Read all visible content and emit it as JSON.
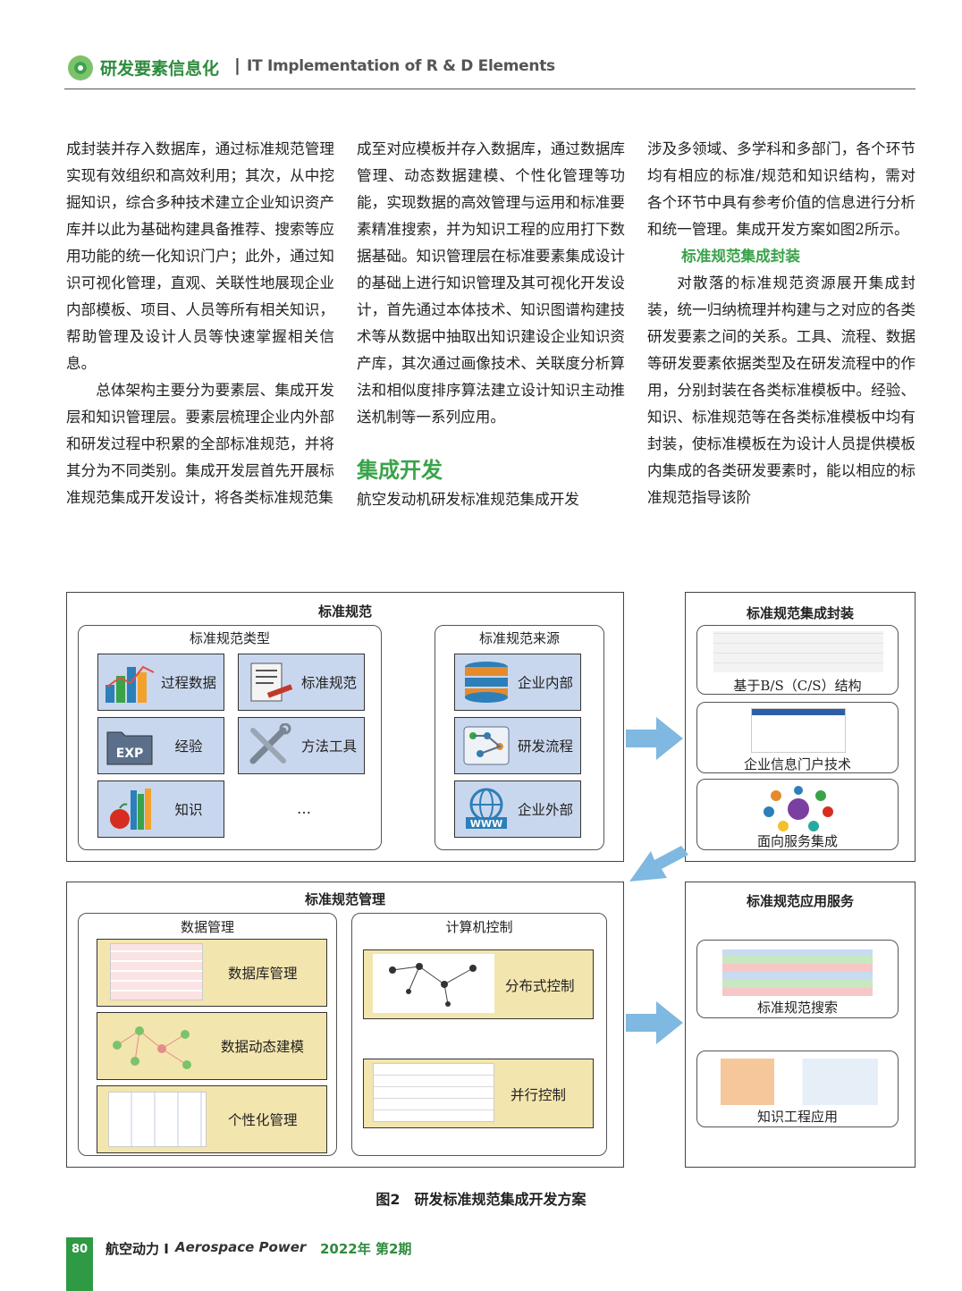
{
  "header": {
    "section_cn": "研发要素信息化",
    "separator": "|",
    "section_en": "IT Implementation of R & D Elements"
  },
  "col1": {
    "p1": "成封装并存入数据库，通过标准规范管理实现有效组织和高效利用；其次，从中挖掘知识，综合多种技术建立企业知识资产库并以此为基础构建具备推荐、搜索等应用功能的统一化知识门户；此外，通过知识可视化管理，直观、关联性地展现企业内部模板、项目、人员等所有相关知识，帮助管理及设计人员等快速掌握相关信息。",
    "p2": "总体架构主要分为要素层、集成开发层和知识管理层。要素层梳理企业内外部和研发过程中积累的全部标准规范，并将其分为不同类别。集成开发层首先开展标准规范集成开发设计，将各类标准规范集"
  },
  "col2": {
    "p1": "成至对应模板并存入数据库，通过数据库管理、动态数据建模、个性化管理等功能，实现数据的高效管理与运用和标准要素精准搜索，并为知识工程的应用打下数据基础。知识管理层在标准要素集成设计的基础上进行知识管理及其可视化开发设计，首先通过本体技术、知识图谱构建技术等从数据中抽取出知识建设企业知识资产库，其次通过画像技术、关联度分析算法和相似度排序算法建立设计知识主动推送机制等一系列应用。",
    "heading": "集成开发",
    "p2": "航空发动机研发标准规范集成开发"
  },
  "col3": {
    "p1": "涉及多领域、多学科和多部门，各个环节均有相应的标准/规范和知识结构，需对各个环节中具有参考价值的信息进行分析和统一管理。集成开发方案如图2所示。",
    "subheading": "标准规范集成封装",
    "p2": "对散落的标准规范资源展开集成封装，统一归纳梳理并构建与之对应的各类研发要素之间的关系。工具、流程、数据等研发要素依据类型及在研发流程中的作用，分别封装在各类标准模板中。经验、知识、标准规范等在各类标准模板中均有封装，使标准模板在为设计人员提供模板内集成的各类研发要素时，能以相应的标准规范指导该阶"
  },
  "figure": {
    "std_title": "标准规范",
    "types_title": "标准规范类型",
    "types": [
      {
        "label": "过程数据",
        "icon": "bar-chart-icon"
      },
      {
        "label": "标准规范",
        "icon": "document-pen-icon"
      },
      {
        "label": "经验",
        "icon": "exp-folder-icon"
      },
      {
        "label": "方法工具",
        "icon": "wrench-screwdriver-icon"
      },
      {
        "label": "知识",
        "icon": "books-apple-icon"
      }
    ],
    "ellipsis": "…",
    "sources_title": "标准规范来源",
    "sources": [
      {
        "label": "企业内部",
        "icon": "database-icon"
      },
      {
        "label": "研发流程",
        "icon": "workflow-icon"
      },
      {
        "label": "企业外部",
        "icon": "www-globe-icon"
      }
    ],
    "package_title": "标准规范集成封装",
    "package_items": [
      "基于B/S（C/S）结构",
      "企业信息门户技术",
      "面向服务集成"
    ],
    "mgmt_title": "标准规范管理",
    "data_mgmt_title": "数据管理",
    "data_mgmt_items": [
      "数据库管理",
      "数据动态建模",
      "个性化管理"
    ],
    "ctrl_title": "计算机控制",
    "ctrl_items": [
      "分布式控制",
      "并行控制"
    ],
    "service_title": "标准规范应用服务",
    "service_items": [
      "标准规范搜索",
      "知识工程应用"
    ],
    "caption": "图2　研发标准规范集成开发方案",
    "arrow_color": "#7fb8e0"
  },
  "footer": {
    "page": "80",
    "journal_cn": "航空动力 I",
    "journal_en": "Aerospace Power",
    "issue": "2022年 第2期"
  },
  "colors": {
    "accent_green": "#3aa34a",
    "tile_blue": "#c9d7ee",
    "tile_yellow": "#f3e5ae"
  }
}
